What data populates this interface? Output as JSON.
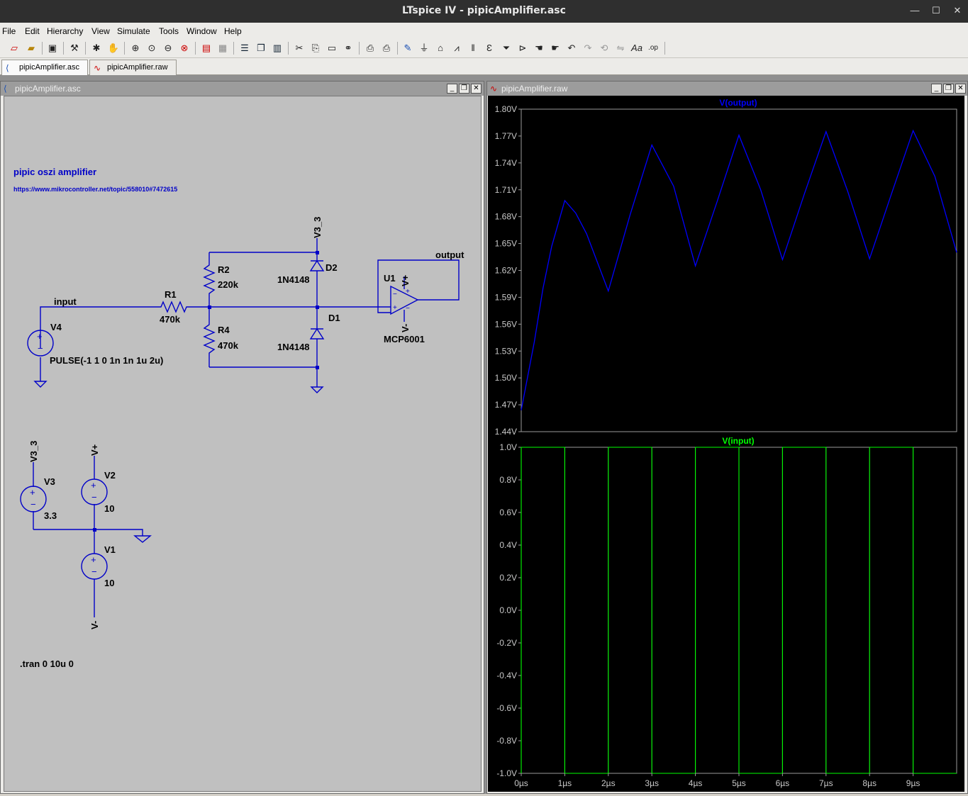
{
  "app": {
    "window_title": "LTspice IV - pipicAmplifier.asc"
  },
  "menu": [
    "File",
    "Edit",
    "Hierarchy",
    "View",
    "Simulate",
    "Tools",
    "Window",
    "Help"
  ],
  "tabs": [
    {
      "label": "pipicAmplifier.asc",
      "active": true
    },
    {
      "label": "pipicAmplifier.raw",
      "active": false
    }
  ],
  "windows": {
    "schematic_title": "pipicAmplifier.asc",
    "waveform_title": "pipicAmplifier.raw"
  },
  "schematic": {
    "title": "pipic oszi amplifier",
    "link": "https://www.mikrocontroller.net/topic/558010#7472615",
    "net_input": "input",
    "net_output": "output",
    "net_v33": "V3_3",
    "net_vplus": "V+",
    "net_vminus": "V-",
    "R1": {
      "name": "R1",
      "value": "470k"
    },
    "R2": {
      "name": "R2",
      "value": "220k"
    },
    "R4": {
      "name": "R4",
      "value": "470k"
    },
    "D1": {
      "name": "D1",
      "value": "1N4148"
    },
    "D2": {
      "name": "D2",
      "value": "1N4148"
    },
    "U1": {
      "name": "U1",
      "value": "MCP6001",
      "pin_vplus": "V+",
      "pin_vminus": "V-"
    },
    "V4": {
      "name": "V4",
      "value": "PULSE(-1 1 0 1n 1n 1u 2u)"
    },
    "V3": {
      "name": "V3",
      "value": "3.3"
    },
    "V2": {
      "name": "V2",
      "value": "10"
    },
    "V1": {
      "name": "V1",
      "value": "10"
    },
    "directive": ".tran 0 10u 0"
  },
  "colors": {
    "wire": "#0000c8",
    "trace_output": "#0000ff",
    "trace_input": "#00ff00",
    "schematic_bg": "#c0c0c0",
    "plot_bg": "#000000"
  },
  "chart_data": [
    {
      "type": "line",
      "title": "V(output)",
      "xlim": [
        0,
        10
      ],
      "ylim": [
        1.44,
        1.8
      ],
      "yticks": [
        "1.80V",
        "1.77V",
        "1.74V",
        "1.71V",
        "1.68V",
        "1.65V",
        "1.62V",
        "1.59V",
        "1.56V",
        "1.53V",
        "1.50V",
        "1.47V",
        "1.44V"
      ],
      "x": [
        0,
        0.3,
        0.5,
        0.7,
        1.0,
        1.25,
        1.5,
        2.0,
        2.5,
        3.0,
        3.5,
        4.0,
        4.5,
        5.0,
        5.5,
        6.0,
        6.5,
        7.0,
        7.5,
        8.0,
        8.5,
        9.0,
        9.5,
        10.0
      ],
      "y": [
        1.464,
        1.54,
        1.6,
        1.647,
        1.698,
        1.684,
        1.661,
        1.597,
        1.682,
        1.76,
        1.714,
        1.625,
        1.697,
        1.771,
        1.71,
        1.632,
        1.705,
        1.775,
        1.708,
        1.633,
        1.705,
        1.776,
        1.725,
        1.64
      ]
    },
    {
      "type": "line",
      "title": "V(input)",
      "xlim": [
        0,
        10
      ],
      "ylim": [
        -1.0,
        1.0
      ],
      "yticks": [
        "1.0V",
        "0.8V",
        "0.6V",
        "0.4V",
        "0.2V",
        "0.0V",
        "-0.2V",
        "-0.4V",
        "-0.6V",
        "-0.8V",
        "-1.0V"
      ],
      "xticks": [
        "0µs",
        "1µs",
        "2µs",
        "3µs",
        "4µs",
        "5µs",
        "6µs",
        "7µs",
        "8µs",
        "9µs"
      ],
      "x": [
        0,
        0,
        1,
        1,
        2,
        2,
        3,
        3,
        4,
        4,
        5,
        5,
        6,
        6,
        7,
        7,
        8,
        8,
        9,
        9,
        10
      ],
      "y": [
        -1,
        1,
        1,
        -1,
        -1,
        1,
        1,
        -1,
        -1,
        1,
        1,
        -1,
        -1,
        1,
        1,
        -1,
        -1,
        1,
        1,
        -1,
        -1
      ]
    }
  ]
}
